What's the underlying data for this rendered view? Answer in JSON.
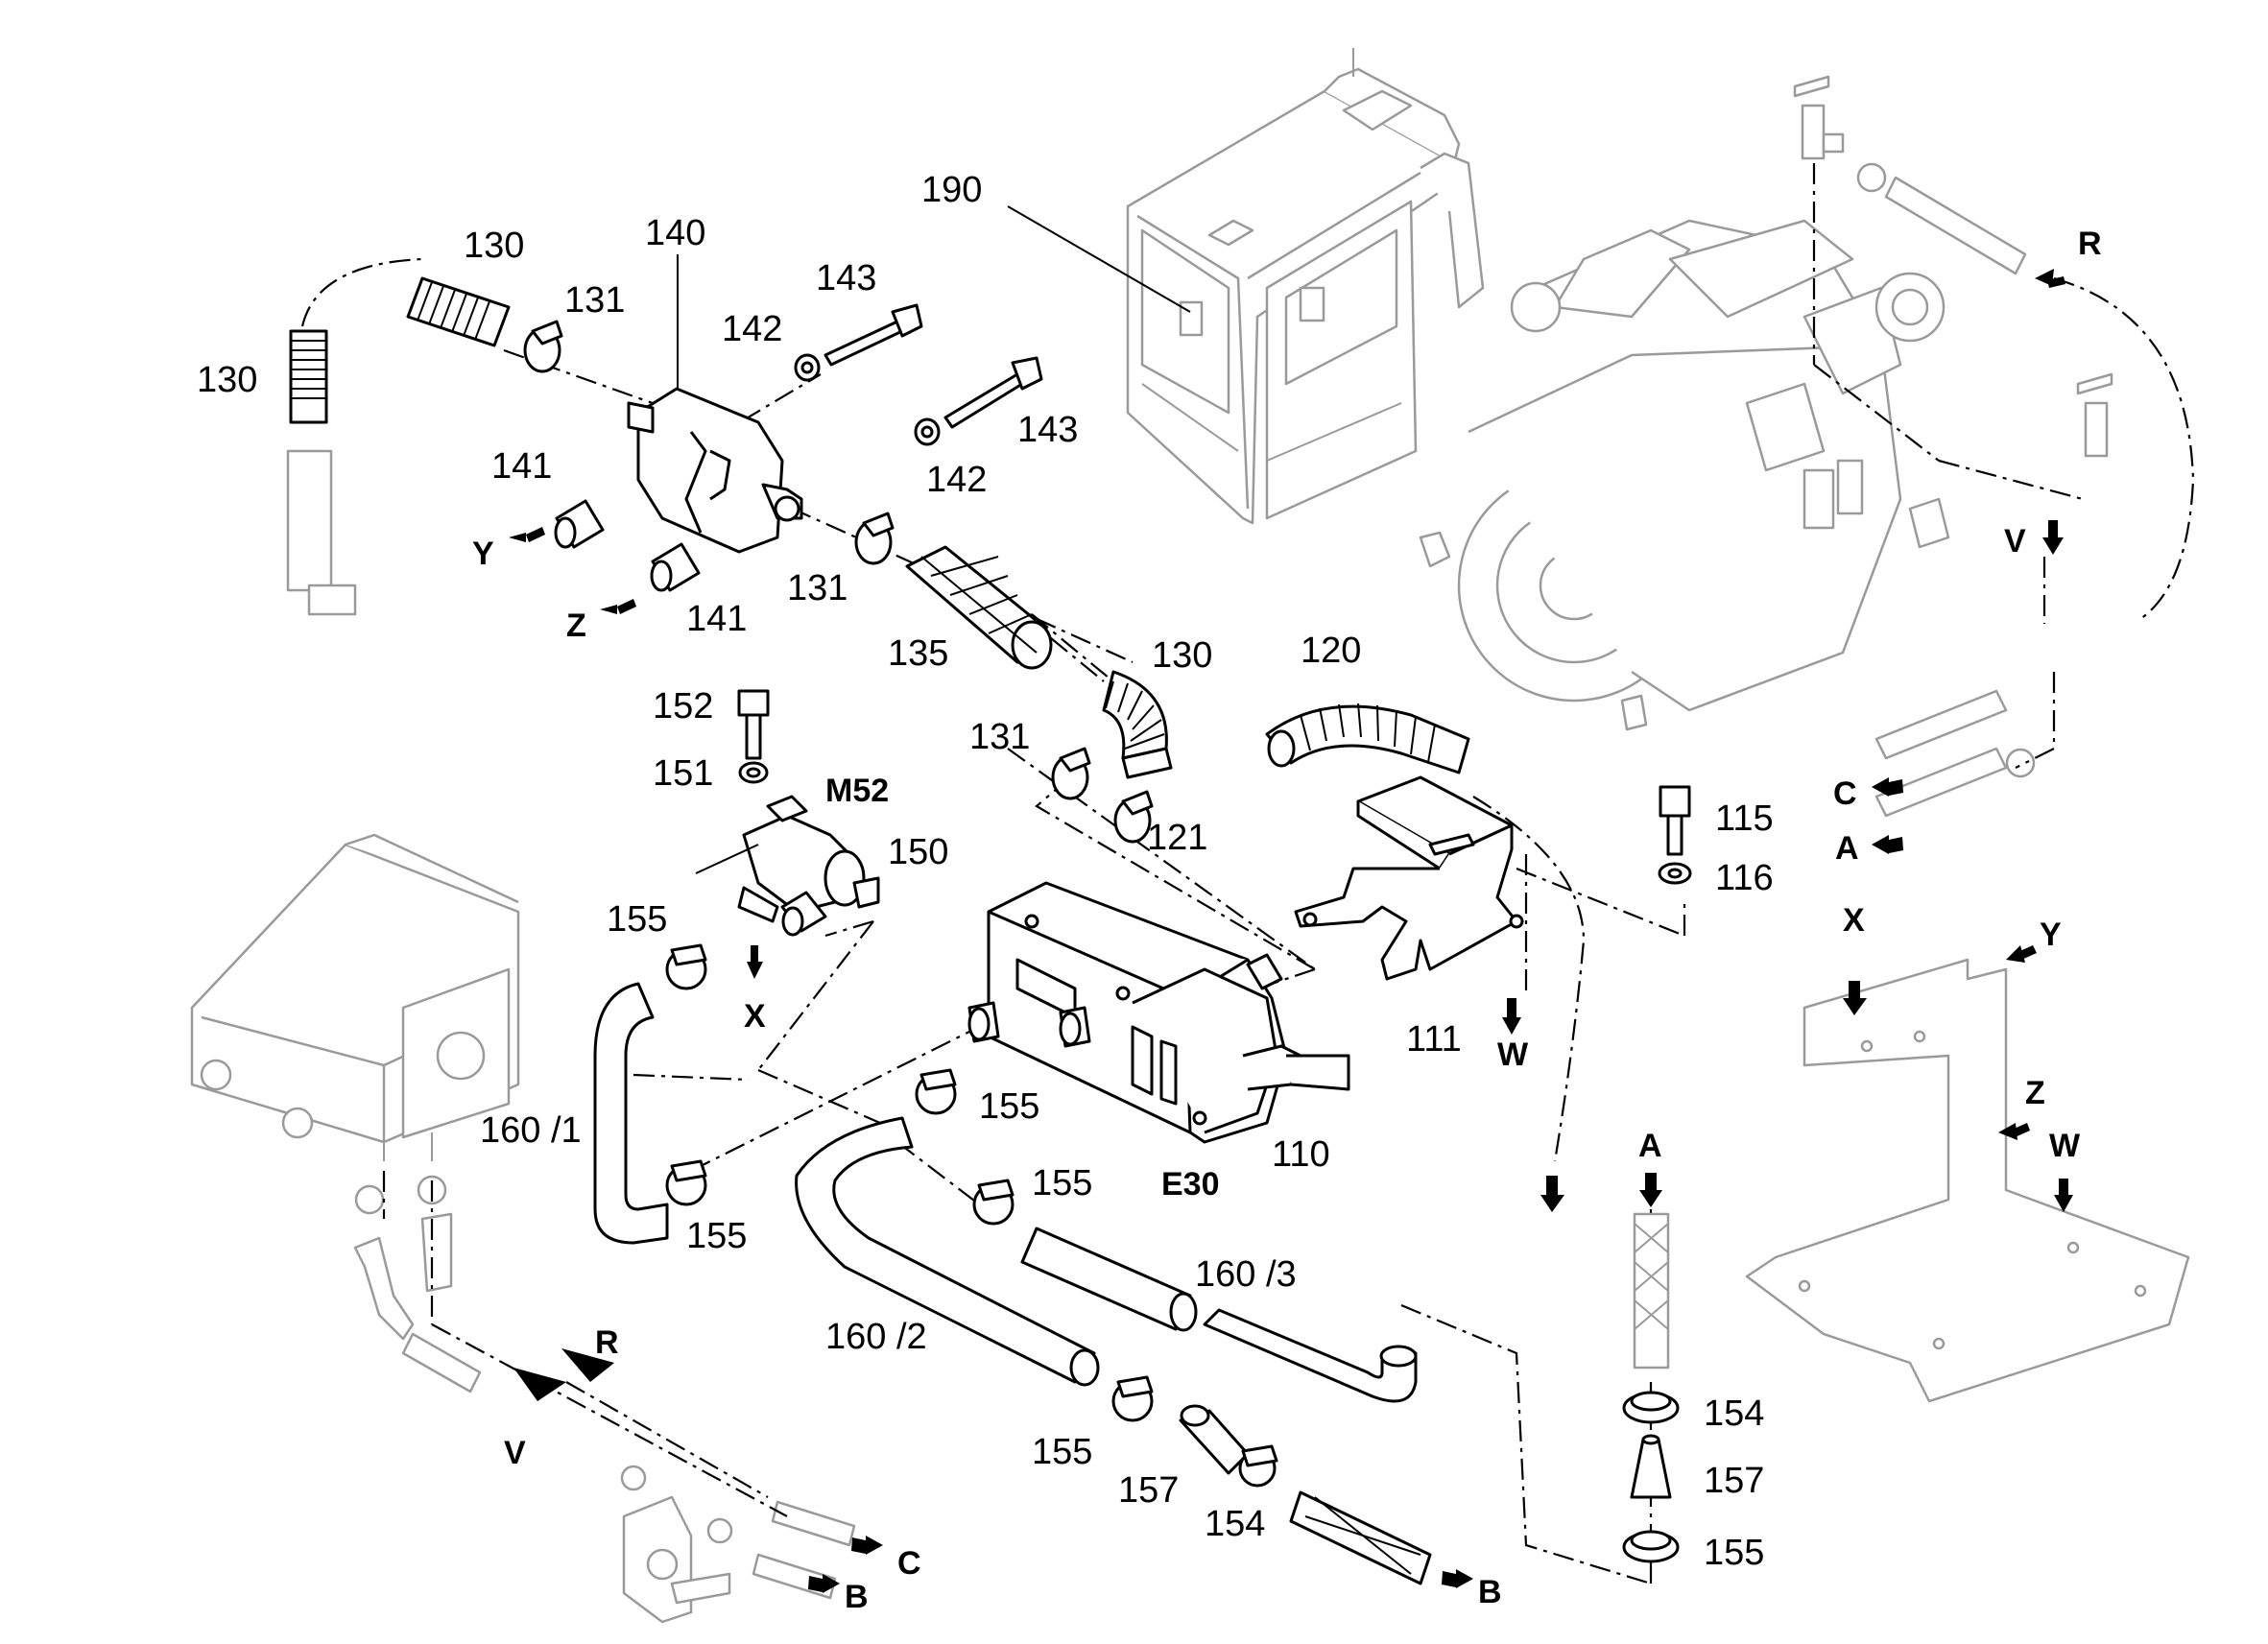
{
  "callouts": [
    {
      "id": "c130a",
      "text": "130"
    },
    {
      "id": "c130b",
      "text": "130"
    },
    {
      "id": "c130c",
      "text": "130"
    },
    {
      "id": "c140",
      "text": "140"
    },
    {
      "id": "c143a",
      "text": "143"
    },
    {
      "id": "c143b",
      "text": "143"
    },
    {
      "id": "c131a",
      "text": "131"
    },
    {
      "id": "c131b",
      "text": "131"
    },
    {
      "id": "c131c",
      "text": "131"
    },
    {
      "id": "c142a",
      "text": "142"
    },
    {
      "id": "c142b",
      "text": "142"
    },
    {
      "id": "c141a",
      "text": "141"
    },
    {
      "id": "c141b",
      "text": "141"
    },
    {
      "id": "c135",
      "text": "135"
    },
    {
      "id": "c190",
      "text": "190"
    },
    {
      "id": "c120",
      "text": "120"
    },
    {
      "id": "c121",
      "text": "121"
    },
    {
      "id": "c152",
      "text": "152"
    },
    {
      "id": "c151",
      "text": "151"
    },
    {
      "id": "c150",
      "text": "150"
    },
    {
      "id": "c155a",
      "text": "155"
    },
    {
      "id": "c155b",
      "text": "155"
    },
    {
      "id": "c155c",
      "text": "155"
    },
    {
      "id": "c155d",
      "text": "155"
    },
    {
      "id": "c155e",
      "text": "155"
    },
    {
      "id": "c155f",
      "text": "155"
    },
    {
      "id": "c160_1",
      "text": "160 /1"
    },
    {
      "id": "c160_2",
      "text": "160 /2"
    },
    {
      "id": "c160_3",
      "text": "160 /3"
    },
    {
      "id": "c110",
      "text": "110"
    },
    {
      "id": "c111",
      "text": "111"
    },
    {
      "id": "c115",
      "text": "115"
    },
    {
      "id": "c116",
      "text": "116"
    },
    {
      "id": "c154a",
      "text": "154"
    },
    {
      "id": "c154b",
      "text": "154"
    },
    {
      "id": "c157a",
      "text": "157"
    },
    {
      "id": "c157b",
      "text": "157"
    }
  ],
  "components": [
    {
      "id": "m52",
      "text": "M52"
    },
    {
      "id": "e30",
      "text": "E30"
    }
  ],
  "connectors": [
    {
      "id": "Y1",
      "text": "Y"
    },
    {
      "id": "Z1",
      "text": "Z"
    },
    {
      "id": "X1",
      "text": "X"
    },
    {
      "id": "W1",
      "text": "W"
    },
    {
      "id": "R1",
      "text": "R"
    },
    {
      "id": "V1",
      "text": "V"
    },
    {
      "id": "C1",
      "text": "C"
    },
    {
      "id": "A1",
      "text": "A"
    },
    {
      "id": "A2",
      "text": "A"
    },
    {
      "id": "X2",
      "text": "X"
    },
    {
      "id": "Y2",
      "text": "Y"
    },
    {
      "id": "Z2",
      "text": "Z"
    },
    {
      "id": "W2",
      "text": "W"
    },
    {
      "id": "R2",
      "text": "R"
    },
    {
      "id": "V2",
      "text": "V"
    },
    {
      "id": "C2",
      "text": "C"
    },
    {
      "id": "B1",
      "text": "B"
    },
    {
      "id": "B2",
      "text": "B"
    }
  ]
}
